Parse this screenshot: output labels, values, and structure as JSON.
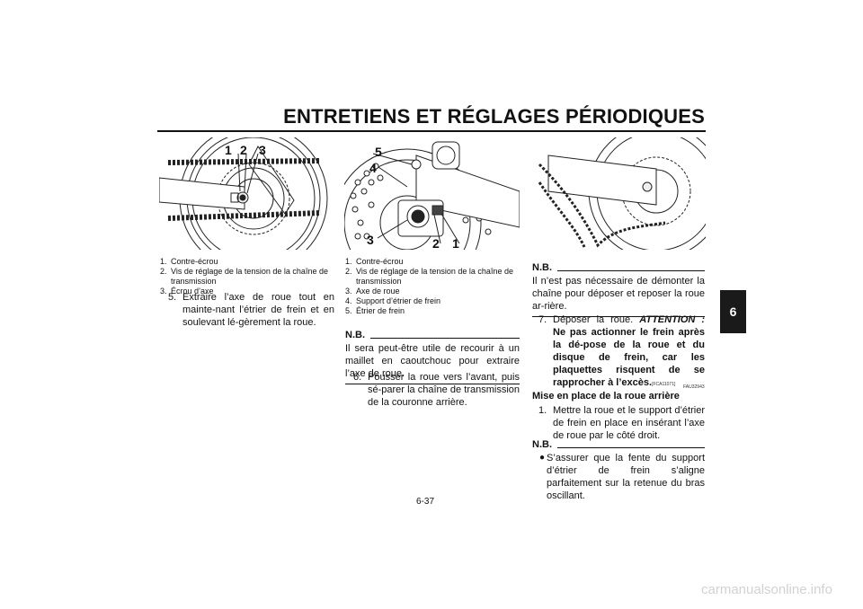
{
  "header": {
    "title": "ENTRETIENS ET RÉGLAGES PÉRIODIQUES"
  },
  "side_tab": {
    "label": "6"
  },
  "figures": {
    "left": {
      "callouts": [
        "1",
        "2",
        "3"
      ]
    },
    "middle": {
      "callouts": [
        "5",
        "4",
        "3",
        "2",
        "1"
      ]
    }
  },
  "left_column": {
    "caption": [
      {
        "num": "1.",
        "text": "Contre-écrou"
      },
      {
        "num": "2.",
        "text": "Vis de réglage de la tension de la chaîne de transmission"
      },
      {
        "num": "3.",
        "text": "Écrou d’axe"
      }
    ],
    "step5": {
      "num": "5.",
      "text": "Extraire l’axe de roue tout en mainte-nant l’étrier de frein et en soulevant lé-gèrement la roue."
    }
  },
  "middle_column": {
    "caption": [
      {
        "num": "1.",
        "text": "Contre-écrou"
      },
      {
        "num": "2.",
        "text": "Vis de réglage de la tension de la chaîne de transmission"
      },
      {
        "num": "3.",
        "text": "Axe de roue"
      },
      {
        "num": "4.",
        "text": "Support d’étrier de frein"
      },
      {
        "num": "5.",
        "text": "Étrier de frein"
      }
    ],
    "nb": {
      "label": "N.B.",
      "text": "Il sera peut-être utile de recourir à un maillet en caoutchouc pour extraire l’axe de roue."
    },
    "step6": {
      "num": "6.",
      "text": "Pousser la roue vers l’avant, puis sé-parer la chaîne de transmission de la couronne arrière."
    }
  },
  "right_column": {
    "nb1": {
      "label": "N.B.",
      "text": "Il n’est pas nécessaire de démonter la chaîne pour déposer et reposer la roue ar-rière."
    },
    "step7": {
      "num": "7.",
      "text": "Déposer la roue.",
      "attention_label": "ATTENTION :",
      "attention_text": "Ne pas actionner le frein après la dé-pose de la roue et du disque de frein, car les plaquettes risquent de se rapprocher à l’excès.",
      "code": "[FCA11071]"
    },
    "section_code": "FAU32943",
    "section_title": "Mise en place de la roue arrière",
    "step1": {
      "num": "1.",
      "text": "Mettre la roue et le support d’étrier de frein en place en insérant l’axe de roue par le côté droit."
    },
    "nb2": {
      "label": "N.B.",
      "bullet": "●",
      "text": "S’assurer que la fente du support d’étrier de frein s’aligne parfaitement sur la retenue du bras oscillant."
    }
  },
  "footer": {
    "page_number": "6-37"
  },
  "watermark": {
    "text": "carmanualsonline.info"
  }
}
